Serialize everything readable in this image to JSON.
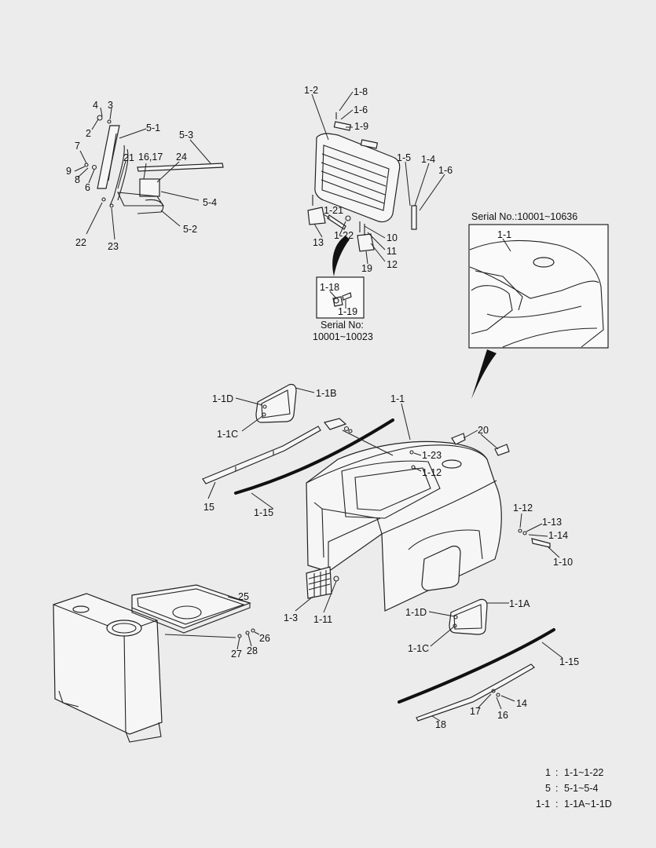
{
  "labels": {
    "p4": "4",
    "p3": "3",
    "p2": "2",
    "p5_1": "5-1",
    "p7": "7",
    "p5_3": "5-3",
    "p9": "9",
    "p8": "8",
    "p6": "6",
    "p21": "21",
    "p16_17": "16,17",
    "p24": "24",
    "p5_4": "5-4",
    "p5_2": "5-2",
    "p22": "22",
    "p23": "23",
    "p1_2": "1-2",
    "p1_8": "1-8",
    "p1_6a": "1-6",
    "p1_9": "1-9",
    "p1_5": "1-5",
    "p1_4": "1-4",
    "p1_6b": "1-6",
    "p1_21": "1-21",
    "p1_22": "1-22",
    "p10": "10",
    "p11": "11",
    "p12": "12",
    "p13": "13",
    "p19": "19",
    "p1_18": "1-18",
    "p1_19": "1-19",
    "p1_1top": "1-1",
    "p1_1D": "1-1D",
    "p1_1B": "1-1B",
    "p1_1C": "1-1C",
    "p1_1": "1-1",
    "p20": "20",
    "p1_23": "1-23",
    "p1_12a": "1-12",
    "p15": "15",
    "p1_15a": "1-15",
    "p1_12b": "1-12",
    "p1_13": "1-13",
    "p1_14": "1-14",
    "p1_10": "1-10",
    "p1_3": "1-3",
    "p1_11": "1-11",
    "p25": "25",
    "p26": "26",
    "p27": "27",
    "p28": "28",
    "p1_1D2": "1-1D",
    "p1_1A": "1-1A",
    "p1_1C2": "1-1C",
    "p1_15b": "1-15",
    "p14": "14",
    "p17": "17",
    "p16": "16",
    "p18": "18"
  },
  "insets": {
    "serial_top": "Serial No.:10001~10636",
    "serial_small_line1": "Serial No:",
    "serial_small_line2": "10001~10023"
  },
  "legend": [
    {
      "key": "1",
      "sep": ":",
      "value": "1-1~1-22"
    },
    {
      "key": "5",
      "sep": ":",
      "value": "5-1~5-4"
    },
    {
      "key": "1-1",
      "sep": ":",
      "value": "1-1A~1-1D"
    }
  ]
}
